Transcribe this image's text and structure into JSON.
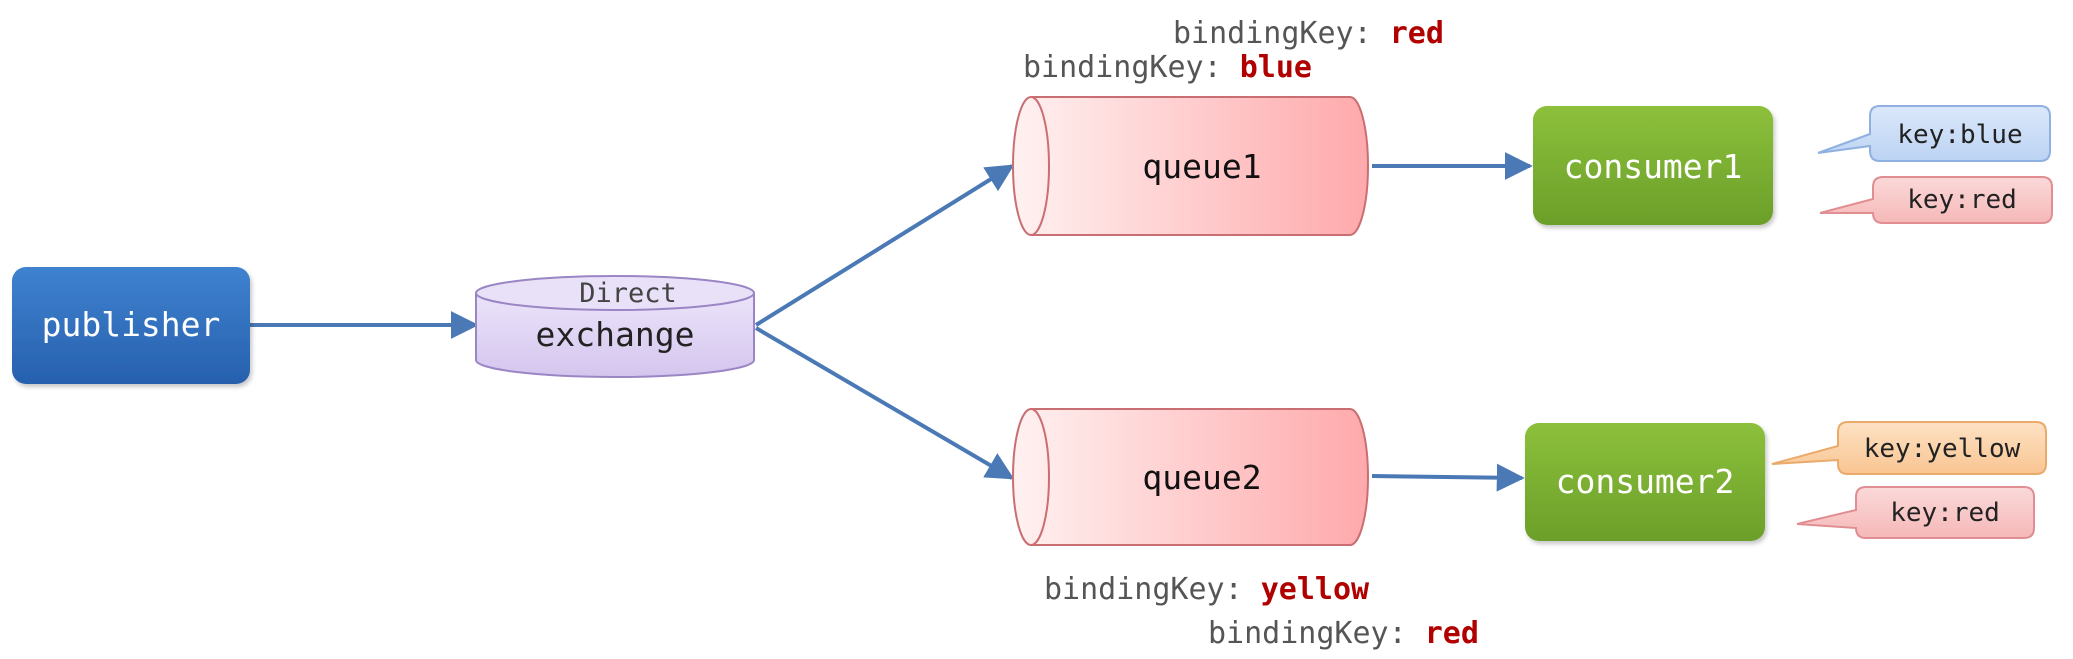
{
  "diagram": {
    "publisher": {
      "label": "publisher"
    },
    "exchange": {
      "type_label": "Direct",
      "label": "exchange"
    },
    "queues": [
      {
        "label": "queue1",
        "bindings": [
          {
            "prefix": "bindingKey: ",
            "key": "red"
          },
          {
            "prefix": "bindingKey: ",
            "key": "blue"
          }
        ]
      },
      {
        "label": "queue2",
        "bindings": [
          {
            "prefix": "bindingKey: ",
            "key": "yellow"
          },
          {
            "prefix": "bindingKey: ",
            "key": "red"
          }
        ]
      }
    ],
    "consumers": [
      {
        "label": "consumer1",
        "messages": [
          {
            "text": "key:blue",
            "color": "#c6dbf6"
          },
          {
            "text": "key:red",
            "color": "#f9c6c6"
          }
        ]
      },
      {
        "label": "consumer2",
        "messages": [
          {
            "text": "key:yellow",
            "color": "#fbd3aa"
          },
          {
            "text": "key:red",
            "color": "#f9c6c6"
          }
        ]
      }
    ],
    "colors": {
      "publisher": "#2f6fbd",
      "exchange": "#ddd0f2",
      "queue": "#ffb3b3",
      "consumer": "#7daf32",
      "arrow": "#4a79b6",
      "binding_key": "#b00000"
    }
  }
}
